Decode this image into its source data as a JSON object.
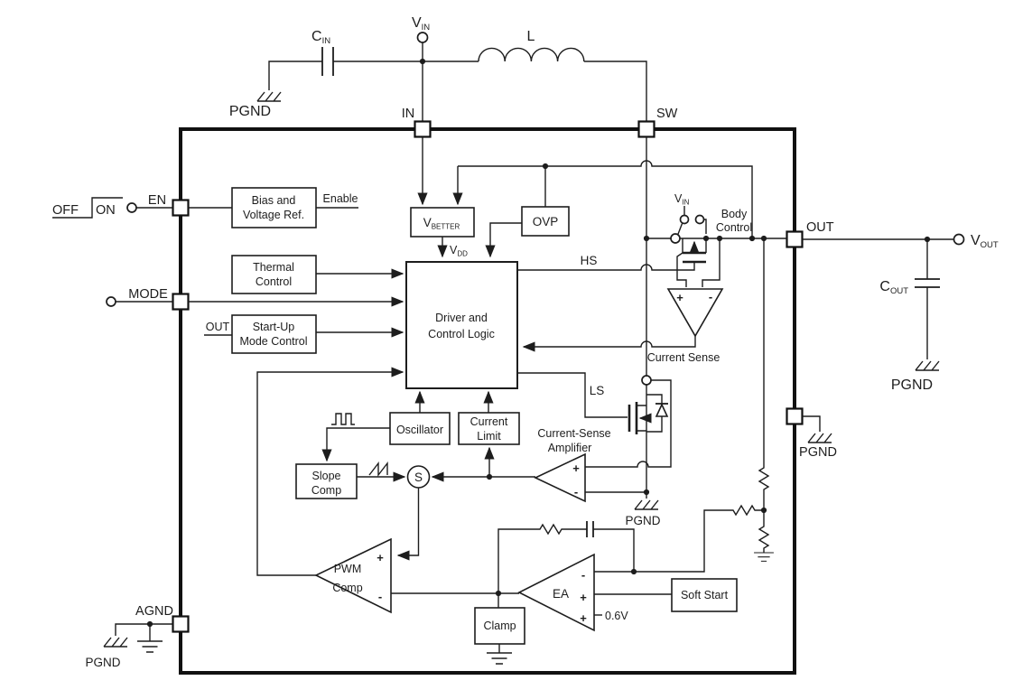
{
  "external": {
    "vin": {
      "main": "V",
      "sub": "IN"
    },
    "cin": {
      "main": "C",
      "sub": "IN"
    },
    "inductor": "L",
    "vout": {
      "main": "V",
      "sub": "OUT"
    },
    "cout": {
      "main": "C",
      "sub": "OUT"
    },
    "off_label": "OFF",
    "on_label": "ON"
  },
  "grounds": {
    "pgnd": "PGND"
  },
  "pins": {
    "in": "IN",
    "sw": "SW",
    "en": "EN",
    "mode": "MODE",
    "agnd": "AGND",
    "out": "OUT",
    "pgnd": "PGND"
  },
  "blocks": {
    "bias": {
      "line1": "Bias and",
      "line2": "Voltage Ref."
    },
    "thermal": {
      "line1": "Thermal",
      "line2": "Control"
    },
    "startup": {
      "line1": "Start-Up",
      "line2": "Mode Control"
    },
    "vbetter": {
      "main": "V",
      "sub": "BETTER"
    },
    "ovp": "OVP",
    "driver": {
      "line1": "Driver and",
      "line2": "Control Logic"
    },
    "oscillator": "Oscillator",
    "current_limit": {
      "line1": "Current",
      "line2": "Limit"
    },
    "slope_comp": {
      "line1": "Slope",
      "line2": "Comp"
    },
    "clamp": "Clamp",
    "soft_start": "Soft Start"
  },
  "signals": {
    "enable": "Enable",
    "vdd": {
      "main": "V",
      "sub": "DD"
    },
    "hs": "HS",
    "ls": "LS",
    "out_stub": "OUT",
    "current_sense": "Current Sense",
    "cs_amp": {
      "line1": "Current-Sense",
      "line2": "Amplifier"
    },
    "pwm": {
      "line1": "PWM",
      "line2": "Comp"
    },
    "ea": "EA",
    "summing": "S",
    "vref": "0.6V",
    "body_control": {
      "line1": "Body",
      "line2": "Control"
    },
    "vin_switch": {
      "main": "V",
      "sub": "IN"
    }
  },
  "signs": {
    "plus": "+",
    "minus": "-"
  },
  "colors": {
    "line": "#1d1d1d",
    "background": "#ffffff"
  }
}
